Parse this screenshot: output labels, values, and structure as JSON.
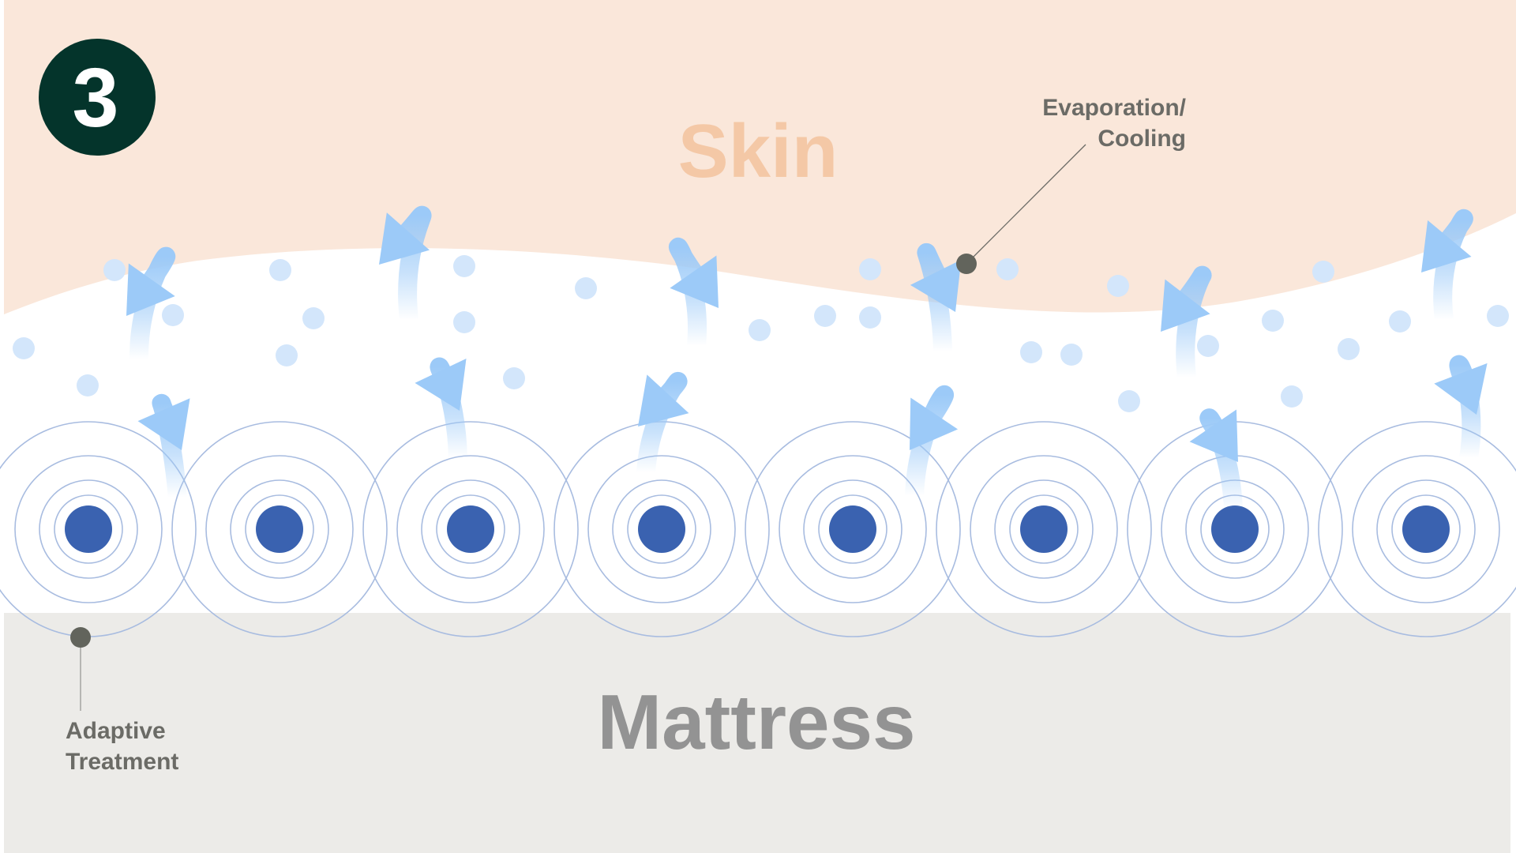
{
  "step": {
    "number": "3"
  },
  "layers": {
    "skin": {
      "label": "Skin"
    },
    "mattress": {
      "label": "Mattress"
    }
  },
  "callouts": {
    "evaporation": {
      "line1": "Evaporation/",
      "line2": "Cooling"
    },
    "adaptive": {
      "line1": "Adaptive",
      "line2": "Treatment"
    }
  },
  "colors": {
    "skin": "#fae7da",
    "skin_text": "#f4c8a6",
    "mattress": "#ecebe8",
    "mattress_text": "#939393",
    "badge": "#04342b",
    "dot": "#3a62b0",
    "ring": "#a8bce0",
    "droplet": "#d3e6fb",
    "arrow": "#9ccaf8",
    "callout_text": "#6b6b66",
    "callout_dot": "#62645c"
  },
  "icons": [
    "droplet-icon",
    "evaporation-arrow-icon",
    "treatment-node-icon"
  ]
}
